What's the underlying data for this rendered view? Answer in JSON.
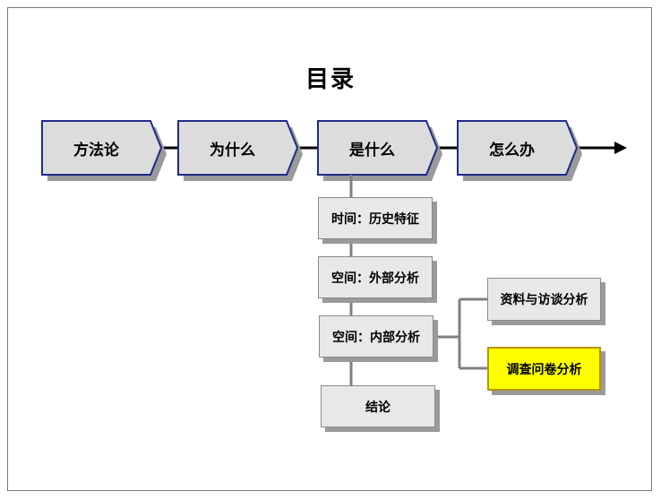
{
  "title": "目录",
  "chevrons": [
    {
      "label": "方法论"
    },
    {
      "label": "为什么"
    },
    {
      "label": "是什么"
    },
    {
      "label": "怎么办"
    }
  ],
  "sub_items": [
    {
      "label": "时间：历史特征"
    },
    {
      "label": "空间：外部分析"
    },
    {
      "label": "空间：内部分析"
    },
    {
      "label": "结论"
    }
  ],
  "branch_items": [
    {
      "label": "资料与访谈分析"
    },
    {
      "label": "调查问卷分析"
    }
  ],
  "colors": {
    "chevron_fill": "#dcdcdc",
    "chevron_border": "#1f2a8a",
    "highlight_fill": "#ffff00",
    "line": "#000000",
    "connector": "#808080"
  }
}
